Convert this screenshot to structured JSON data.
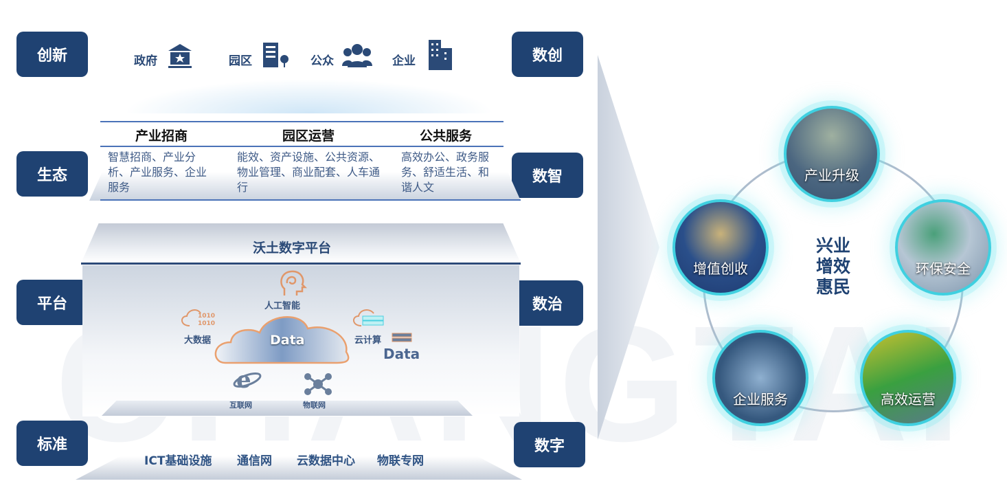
{
  "left_labels": [
    "创新",
    "生态",
    "平台",
    "标准"
  ],
  "right_labels": [
    "数创",
    "数智",
    "数治",
    "数字"
  ],
  "stakeholders": [
    {
      "label": "政府",
      "icon": "government-icon"
    },
    {
      "label": "园区",
      "icon": "park-building-icon"
    },
    {
      "label": "公众",
      "icon": "people-icon"
    },
    {
      "label": "企业",
      "icon": "enterprise-building-icon"
    }
  ],
  "ecosystem": {
    "columns": [
      {
        "header": "产业招商",
        "body": "智慧招商、产业分析、产业服务、企业服务"
      },
      {
        "header": "园区运营",
        "body": "能效、资产设施、公共资源、物业管理、商业配套、人车通行"
      },
      {
        "header": "公共服务",
        "body": "高效办公、政务服务、舒适生活、和谐人文"
      }
    ]
  },
  "platform": {
    "title": "沃土数字平台",
    "center": "Data",
    "side_text": "Data",
    "items": [
      "人工智能",
      "大数据",
      "云计算",
      "互联网",
      "物联网"
    ]
  },
  "standards": [
    "ICT基础设施",
    "通信网",
    "云数据中心",
    "物联专网"
  ],
  "watermark": "CHANGTAI",
  "outcomes": {
    "center": [
      "兴业",
      "增效",
      "惠民"
    ],
    "bubbles": [
      "产业升级",
      "环保安全",
      "高效运营",
      "企业服务",
      "增值创收"
    ]
  }
}
